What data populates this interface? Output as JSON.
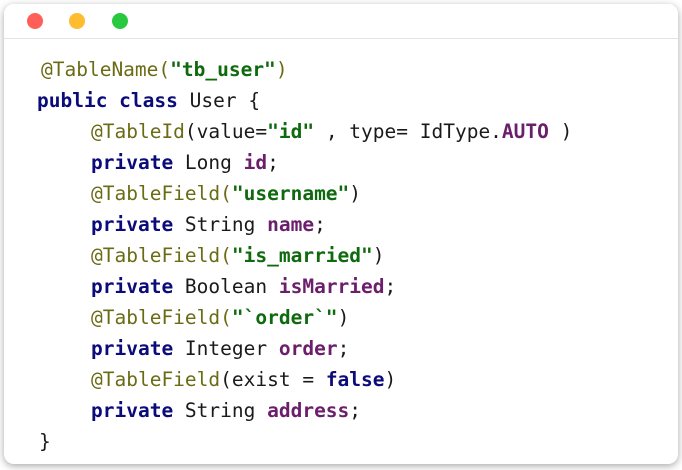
{
  "window": {
    "buttons": {
      "close": "close",
      "minimize": "minimize",
      "maximize": "maximize"
    }
  },
  "code": {
    "lines": [
      {
        "tokens": [
          {
            "t": "@TableName(",
            "c": "ann"
          },
          {
            "t": "\"tb_user\"",
            "c": "str"
          },
          {
            "t": ")",
            "c": "ann"
          }
        ]
      },
      {
        "tokens": [
          {
            "t": "public class",
            "c": "kw"
          },
          {
            "t": " User {",
            "c": "plain"
          }
        ]
      },
      {
        "tokens": [
          {
            "t": "@TableId",
            "c": "ann"
          },
          {
            "t": "(value=",
            "c": "plain"
          },
          {
            "t": "\"id\"",
            "c": "str"
          },
          {
            "t": " , type= IdType.",
            "c": "plain"
          },
          {
            "t": "AUTO",
            "c": "fld"
          },
          {
            "t": " )",
            "c": "plain"
          }
        ]
      },
      {
        "tokens": [
          {
            "t": "private",
            "c": "kw"
          },
          {
            "t": " Long ",
            "c": "plain"
          },
          {
            "t": "id",
            "c": "fld"
          },
          {
            "t": ";",
            "c": "plain"
          }
        ]
      },
      {
        "tokens": [
          {
            "t": "@TableField(",
            "c": "ann"
          },
          {
            "t": "\"username\"",
            "c": "str"
          },
          {
            "t": ")",
            "c": "plain"
          }
        ]
      },
      {
        "tokens": [
          {
            "t": "private",
            "c": "kw"
          },
          {
            "t": " String ",
            "c": "plain"
          },
          {
            "t": "name",
            "c": "fld"
          },
          {
            "t": ";",
            "c": "plain"
          }
        ]
      },
      {
        "tokens": [
          {
            "t": "@TableField(",
            "c": "ann"
          },
          {
            "t": "\"is_married\"",
            "c": "str"
          },
          {
            "t": ")",
            "c": "plain"
          }
        ]
      },
      {
        "tokens": [
          {
            "t": "private",
            "c": "kw"
          },
          {
            "t": " Boolean ",
            "c": "plain"
          },
          {
            "t": "isMarried",
            "c": "fld"
          },
          {
            "t": ";",
            "c": "plain"
          }
        ]
      },
      {
        "tokens": [
          {
            "t": "@TableField(",
            "c": "ann"
          },
          {
            "t": "\"`order`\"",
            "c": "str"
          },
          {
            "t": ")",
            "c": "plain"
          }
        ]
      },
      {
        "tokens": [
          {
            "t": "private",
            "c": "kw"
          },
          {
            "t": " Integer ",
            "c": "plain"
          },
          {
            "t": "order",
            "c": "fld"
          },
          {
            "t": ";",
            "c": "plain"
          }
        ]
      },
      {
        "tokens": [
          {
            "t": "@TableField",
            "c": "ann"
          },
          {
            "t": "(exist = ",
            "c": "plain"
          },
          {
            "t": "false",
            "c": "kw"
          },
          {
            "t": ")",
            "c": "plain"
          }
        ]
      },
      {
        "tokens": [
          {
            "t": "private",
            "c": "kw"
          },
          {
            "t": " String ",
            "c": "plain"
          },
          {
            "t": "address",
            "c": "fld"
          },
          {
            "t": ";",
            "c": "plain"
          }
        ]
      },
      {
        "tokens": [
          {
            "t": "}",
            "c": "plain"
          }
        ]
      }
    ]
  },
  "colors": {
    "annotation": "#6b6b16",
    "keyword": "#0b0b7a",
    "string": "#0f6a0f",
    "field": "#6b1f6b",
    "close_button": "#ff5f57",
    "minimize_button": "#febc2e",
    "maximize_button": "#28c840"
  }
}
